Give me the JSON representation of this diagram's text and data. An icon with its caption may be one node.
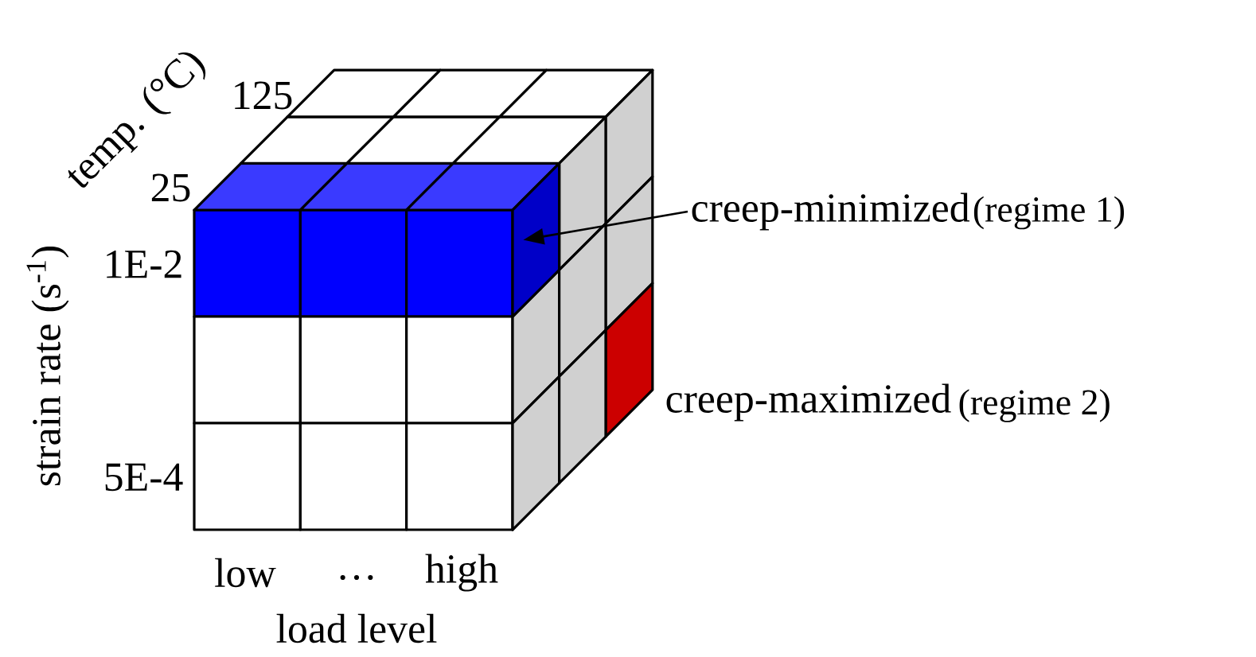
{
  "diagram": {
    "nodes": [
      {
        "text": [
          "creep-minimized",
          "(regime 1)"
        ]
      },
      {
        "text": [],
        "shape": "box"
      }
    ],
    "edges": [
      {
        "from": 0,
        "to": 1,
        "arrow": "to"
      }
    ],
    "labels": [
      "temp. (°C)",
      "125",
      "25",
      "strain rate (s$^{-1}$)",
      "1E-2",
      "5E-4",
      "low",
      "…",
      "high",
      "load level",
      "creep-maximized",
      "(regime 2)"
    ]
  }
}
